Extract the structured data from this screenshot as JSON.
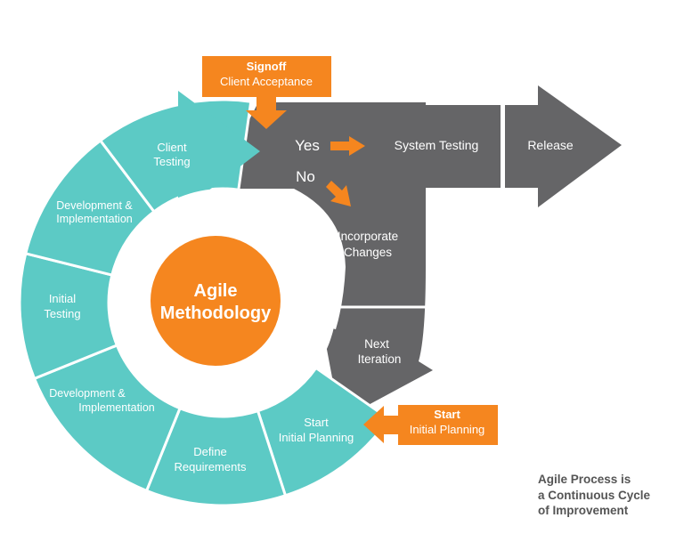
{
  "colors": {
    "teal": "#5ccac5",
    "gray": "#656567",
    "orange": "#f5861f",
    "white": "#ffffff",
    "footer_text": "#555555"
  },
  "center": {
    "line1": "Agile",
    "line2": "Methodology"
  },
  "segments": {
    "define": {
      "line1": "Define",
      "line2": "Requirements"
    },
    "dev_impl_lower": {
      "line1": "Development &",
      "line2": "Implementation"
    },
    "initial_testing": {
      "line1": "Initial",
      "line2": "Testing"
    },
    "dev_impl_upper": {
      "line1": "Development &",
      "line2": "Implementation"
    },
    "client_testing": {
      "line1": "Client",
      "line2": "Testing"
    },
    "start_planning": {
      "line1": "Start",
      "line2": "Initial Planning"
    }
  },
  "signoff": {
    "title": "Signoff",
    "subtitle": "Client Acceptance"
  },
  "decision": {
    "yes": "Yes",
    "no": "No"
  },
  "system_testing": "System Testing",
  "release": "Release",
  "incorporate": {
    "line1": "Incorporate",
    "line2": "Changes"
  },
  "next_iteration": {
    "line1": "Next",
    "line2": "Iteration"
  },
  "start_callout": {
    "title": "Start",
    "subtitle": "Initial Planning"
  },
  "footer": {
    "line1": "Agile Process is",
    "line2": "a Continuous Cycle",
    "line3": "of Improvement"
  }
}
